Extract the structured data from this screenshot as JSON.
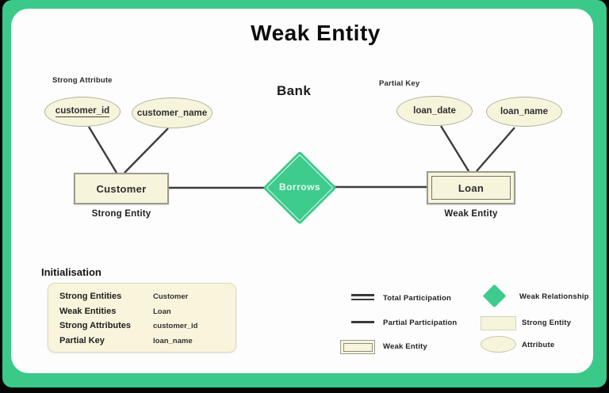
{
  "title": "Weak Entity",
  "diagram": {
    "bank_label": "Bank",
    "strong_attribute_label": "Strong Attribute",
    "partial_key_label": "Partial Key",
    "attributes": {
      "customer_id": "customer_id",
      "customer_name": "customer_name",
      "loan_date": "loan_date",
      "loan_name": "loan_name"
    },
    "entities": {
      "strong": {
        "name": "Customer",
        "caption": "Strong Entity"
      },
      "weak": {
        "name": "Loan",
        "caption": "Weak Entity"
      }
    },
    "relationship": {
      "name": "Borrows"
    }
  },
  "initialisation": {
    "title": "Initialisation",
    "rows": [
      {
        "label": "Strong Entities",
        "value": "Customer"
      },
      {
        "label": "Weak Entities",
        "value": "Loan"
      },
      {
        "label": "Strong Attributes",
        "value": "customer_id"
      },
      {
        "label": "Partial Key",
        "value": "loan_name"
      }
    ]
  },
  "legend": {
    "items": [
      {
        "icon": "double-line",
        "label": "Total Participation"
      },
      {
        "icon": "single-line",
        "label": "Partial Participation"
      },
      {
        "icon": "double-rectangle",
        "label": "Weak Entity"
      },
      {
        "icon": "diamond",
        "label": "Weak Relationship"
      },
      {
        "icon": "rectangle",
        "label": "Strong Entity"
      },
      {
        "icon": "ellipse",
        "label": "Attribute"
      }
    ]
  },
  "colors": {
    "frame_green": "#3bc98a",
    "diamond_green": "#3ecb8e",
    "entity_cream": "#f7f4dc",
    "connector_dark": "#3d3d3d",
    "background_black": "#050505"
  }
}
